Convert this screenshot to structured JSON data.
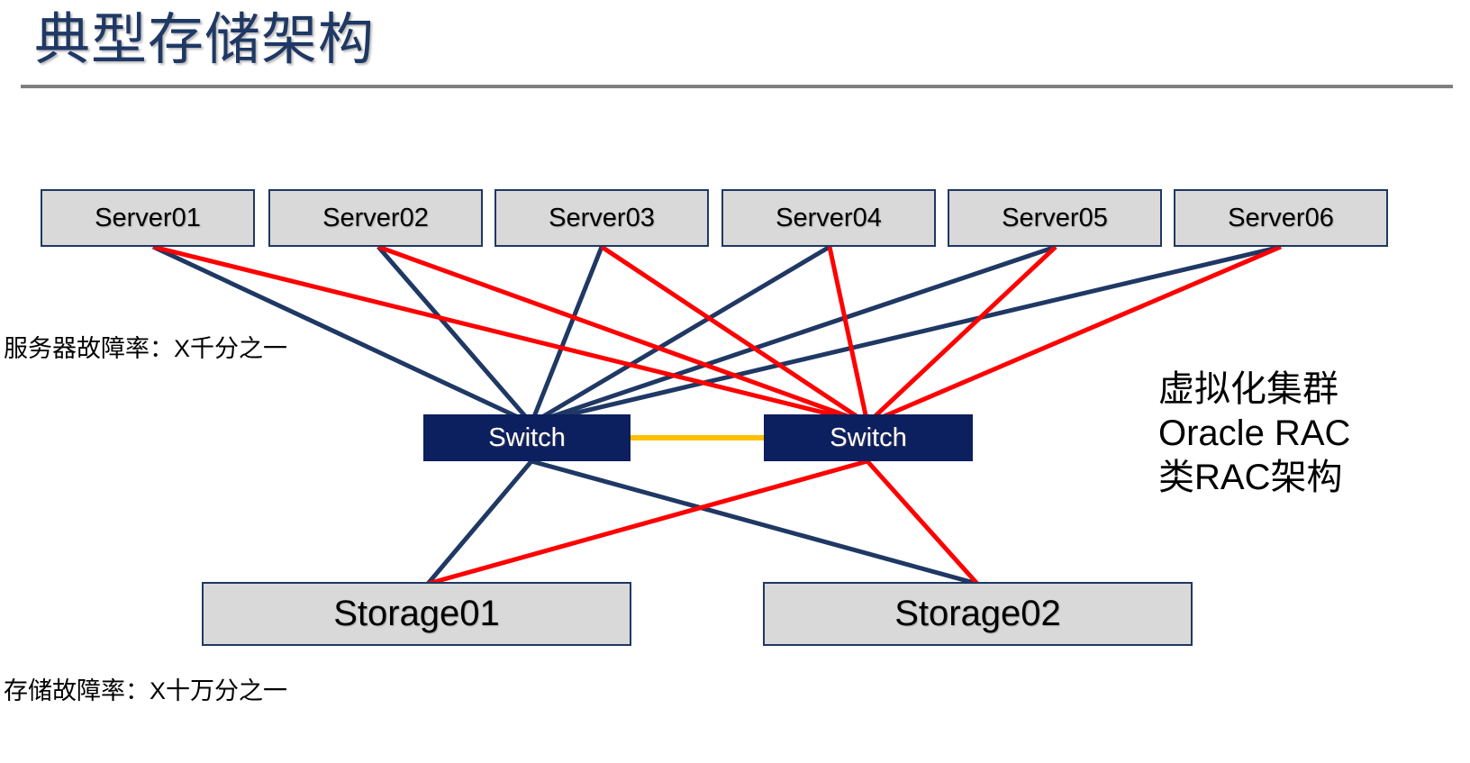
{
  "slide": {
    "title": "典型存储架构",
    "background_color": "#ffffff",
    "title_color": "#1F3864",
    "rule_color": "#808080"
  },
  "palette": {
    "node_fill": "#d9d9d9",
    "node_border": "#1F3864",
    "switch_fill": "#0C1F5E",
    "switch_text": "#ffffff",
    "path_a_color": "#1F3864",
    "path_b_color": "#FF0000",
    "interswitch_color": "#FFC000"
  },
  "diagram": {
    "servers": [
      {
        "label": "Server01"
      },
      {
        "label": "Server02"
      },
      {
        "label": "Server03"
      },
      {
        "label": "Server04"
      },
      {
        "label": "Server05"
      },
      {
        "label": "Server06"
      }
    ],
    "switches": [
      {
        "label": "Switch"
      },
      {
        "label": "Switch"
      }
    ],
    "storages": [
      {
        "label": "Storage01"
      },
      {
        "label": "Storage02"
      }
    ]
  },
  "annotations": {
    "server_failure_rate": "服务器故障率：X千分之一",
    "storage_failure_rate": "存储故障率：X十万分之一",
    "cluster_line1": "虚拟化集群",
    "cluster_line2": "Oracle RAC",
    "cluster_line3": "类RAC架构"
  }
}
